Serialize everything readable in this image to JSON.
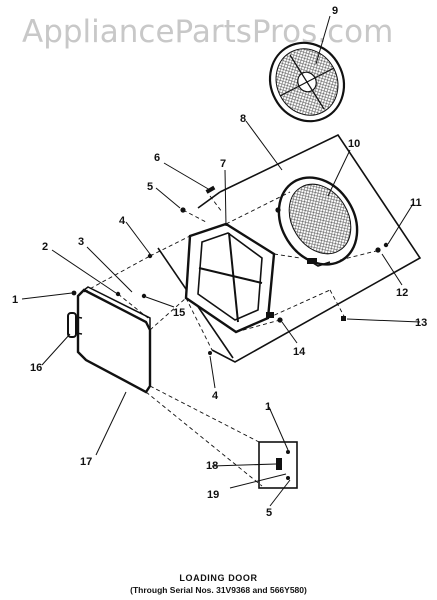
{
  "watermark": "AppliancePartsPros.com",
  "caption": {
    "title": "LOADING DOOR",
    "subtitle": "(Through Serial Nos. 31V9368 and 566Y580)"
  },
  "callouts": {
    "c1a": "1",
    "c2": "2",
    "c3": "3",
    "c4a": "4",
    "c4b": "4",
    "c5a": "5",
    "c5b": "5",
    "c6": "6",
    "c7": "7",
    "c8": "8",
    "c9": "9",
    "c10": "10",
    "c11": "11",
    "c12": "12",
    "c13": "13",
    "c14": "14",
    "c15": "15",
    "c16": "16",
    "c17": "17",
    "c18": "18",
    "c19": "19",
    "c1b": "1"
  }
}
